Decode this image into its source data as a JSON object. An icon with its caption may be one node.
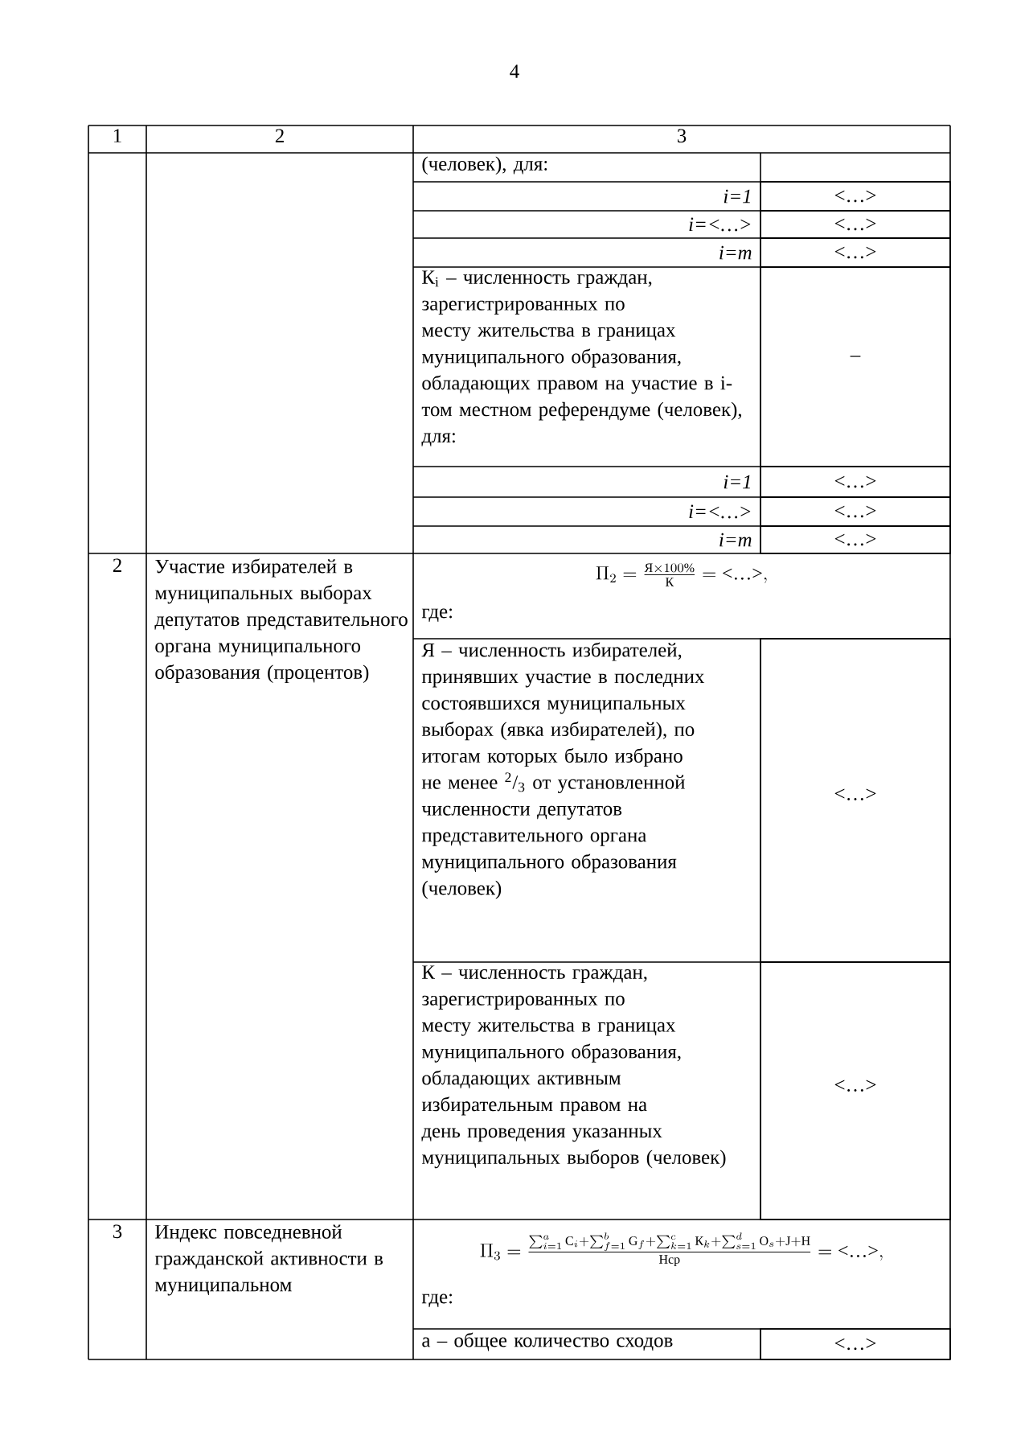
{
  "diagram": {
    "labels": [
      "4",
      "1",
      "2",
      "3",
      "(человек), для:",
      "i=1",
      "<…>",
      "i=<…>",
      "<…>",
      "i=m",
      "<…>",
      "К$_{i}$ – численность граждан, зарегистрированных по месту жительства в границах муниципального образования, обладающих правом на участие в i-том местном референдуме (человек), для:",
      "–",
      "i=1",
      "<…>",
      "i=<…>",
      "<…>",
      "i=m",
      "<…>",
      "2",
      "Участие избирателей в муниципальных выборах депутатов представительного органа муниципального образования (процентов)",
      "\\Pi_2 = \\frac{\\text{Я}\\times 100\\%}{\\text{К}} = \\text{<…>},",
      "где:",
      "Я – численность избирателей, принявших участие в последних состоявшихся муниципальных выборах (явка избирателей), по итогам которых было избрано не менее $^{2}$/$_{3}$ от установленной численности депутатов представительного органа муниципального образования (человек)",
      "<…>",
      "К – численность граждан, зарегистрированных по месту жительства в границах муниципального образования, обладающих активным избирательным правом на день проведения указанных муниципальных выборов (человек)",
      "<…>",
      "3",
      "Индекс повседневной гражданской активности в муниципальном",
      "\\Pi_3 = \\frac{\\sum_{i=1}^{a}\\text{С}_i+\\sum_{f=1}^{b}\\text{G}_f+\\sum_{k=1}^{c}\\text{К}_k+\\sum_{s=1}^{d}\\text{О}_s+\\text{J}+\\text{Н}}{\\text{Нср}} = \\text{<…>},",
      "где:",
      "а – общее количество сходов",
      "<…>"
    ]
  }
}
